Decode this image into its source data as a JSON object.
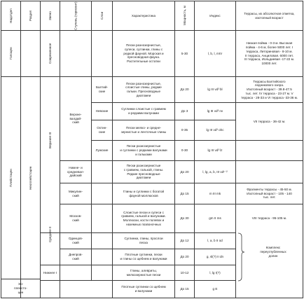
{
  "header": {
    "nadotdel": "Надотдел",
    "razdel": "Раздел",
    "zveno": "Звено",
    "stupen": "Ступень (горизонт)",
    "sloi": "Слои",
    "harakteristika": "Характеристика",
    "moshnost": "Мощность, м",
    "indeks": "Индекс",
    "terrasy": "Террасы, их абсолютная отметка, изотопный возраст"
  },
  "labels": {
    "golocen": "Голоцен",
    "sovremennoe": "Современное",
    "pleistocen": "Плейстоцен",
    "neopleistocen": "Неоплейстоцен",
    "verhnee": "Верхнее III",
    "srednee": "Среднее II",
    "nizhnee": "Нижнее I",
    "eopleistocen": "Эо-\nплейсто-\nцен"
  },
  "rows": [
    {
      "stage": "",
      "layer": "",
      "desc": "Пески разнозернистые,\nсупеси, суглинки, глины с\nредкой фауной. Морская и\nпресноводная фауна.\nРастительные остатки",
      "thickness": "5-30",
      "index": "l, b, l, mIV",
      "terrace": "Низкая пойма - 0-3 м. Высокая\nпойма - 4-6 м, более 5000 лет. I\nтерраса, Литориновая - 8-10 м.\nII терраса, Анциловая. 6000 лет.\nIII терраса, Иольдиевая -17-22 м.\n10000 лет."
    },
    {
      "stage": "Верхне-\nвалдай-\nский",
      "layer": "Балтий-\nские",
      "desc": "Пески разнозернистые,\nслоистые глины, редкие\nгальки. Пресноводные\nдиатомеи",
      "thickness": "До 20",
      "index": "lg III vd³ bl",
      "terrace": "Террасы Балтийского\nледникового озера.\nИзотопный возраст - 39.8-47.5\nтыс. лет. IV терраса - 23-27 м. V\nтерраса - 28-33 и VI терраса -33-36 м."
    },
    {
      "stage": "",
      "layer": "Невские",
      "desc": "Суглинки слоистые с гравием\nи редкими валунами",
      "thickness": "До 3",
      "index": "lg III vd³ nv",
      "terrace": ""
    },
    {
      "stage": "",
      "layer": "Охтин-\nские",
      "desc": "Пески мелко- и средне-\nзернистые и ленточные глины",
      "thickness": "0-35",
      "index": "lg III vd³ ohc",
      "terrace": "VII терраса - 36-42 м."
    },
    {
      "stage": "",
      "layer": "Лужские",
      "desc": "Пески разнозернистые\nи суглинки с редкими валунами\nи гальками",
      "thickness": "0-30",
      "index": "lg III vd³ lz",
      "terrace": ""
    },
    {
      "stage": "Нижне- и\nсредневал-\nдайский",
      "layer": "",
      "desc": "Пески разнозернистые\nс гравием, галькой, глины.\nРедкие пресноводные\nдиатомеи",
      "thickness": "До 20",
      "index": "l, lg, a, b, III vd¹⁻²",
      "terrace": ""
    },
    {
      "stage": "Микулин-\nский",
      "layer": "",
      "desc": "Глины и суглинки с богатой\nфауной моллюсков",
      "thickness": "До 15",
      "index": "m III mk",
      "terrace": "Фрагменты террасы - 45-50 м.\nИзотопный возраст - 105 - 140\nтыс. лет."
    },
    {
      "stage": "Москов-\nский",
      "layer": "",
      "desc": "Слоистые пески и супеси с\nгравием, галькой и валунами.\nМоллюски, кости полевок и\nназемных позвоночных",
      "thickness": "До 30",
      "index": "gm II ms",
      "terrace": "VIII терраса - 95-105 м."
    },
    {
      "stage": "Одинцов-\nский",
      "layer": "",
      "desc": "Суглинки, глины, прослои\nпеска",
      "thickness": "До 12",
      "index": "l, a, b II od",
      "terrace": ""
    },
    {
      "stage": "Днепров-\nский",
      "layer": "",
      "desc": "Плотные суглинки, пески\nи глины со щебнем и валунами",
      "thickness": "До 20",
      "index": "g, sl(?) II dn",
      "terrace": ""
    },
    {
      "stage": "",
      "layer": "",
      "desc": "Глины, алевриты,\nмелкозернистые пески",
      "thickness": "10-12",
      "index": "l, lg I(?)",
      "terrace": ""
    },
    {
      "stage": "",
      "layer": "",
      "desc": "Плотные суглинки со щебнем\nи валунами",
      "thickness": "До 15",
      "index": "g E",
      "terrace": ""
    }
  ],
  "complex_note": "Комплекс\nпереуглубленных\nдолин"
}
